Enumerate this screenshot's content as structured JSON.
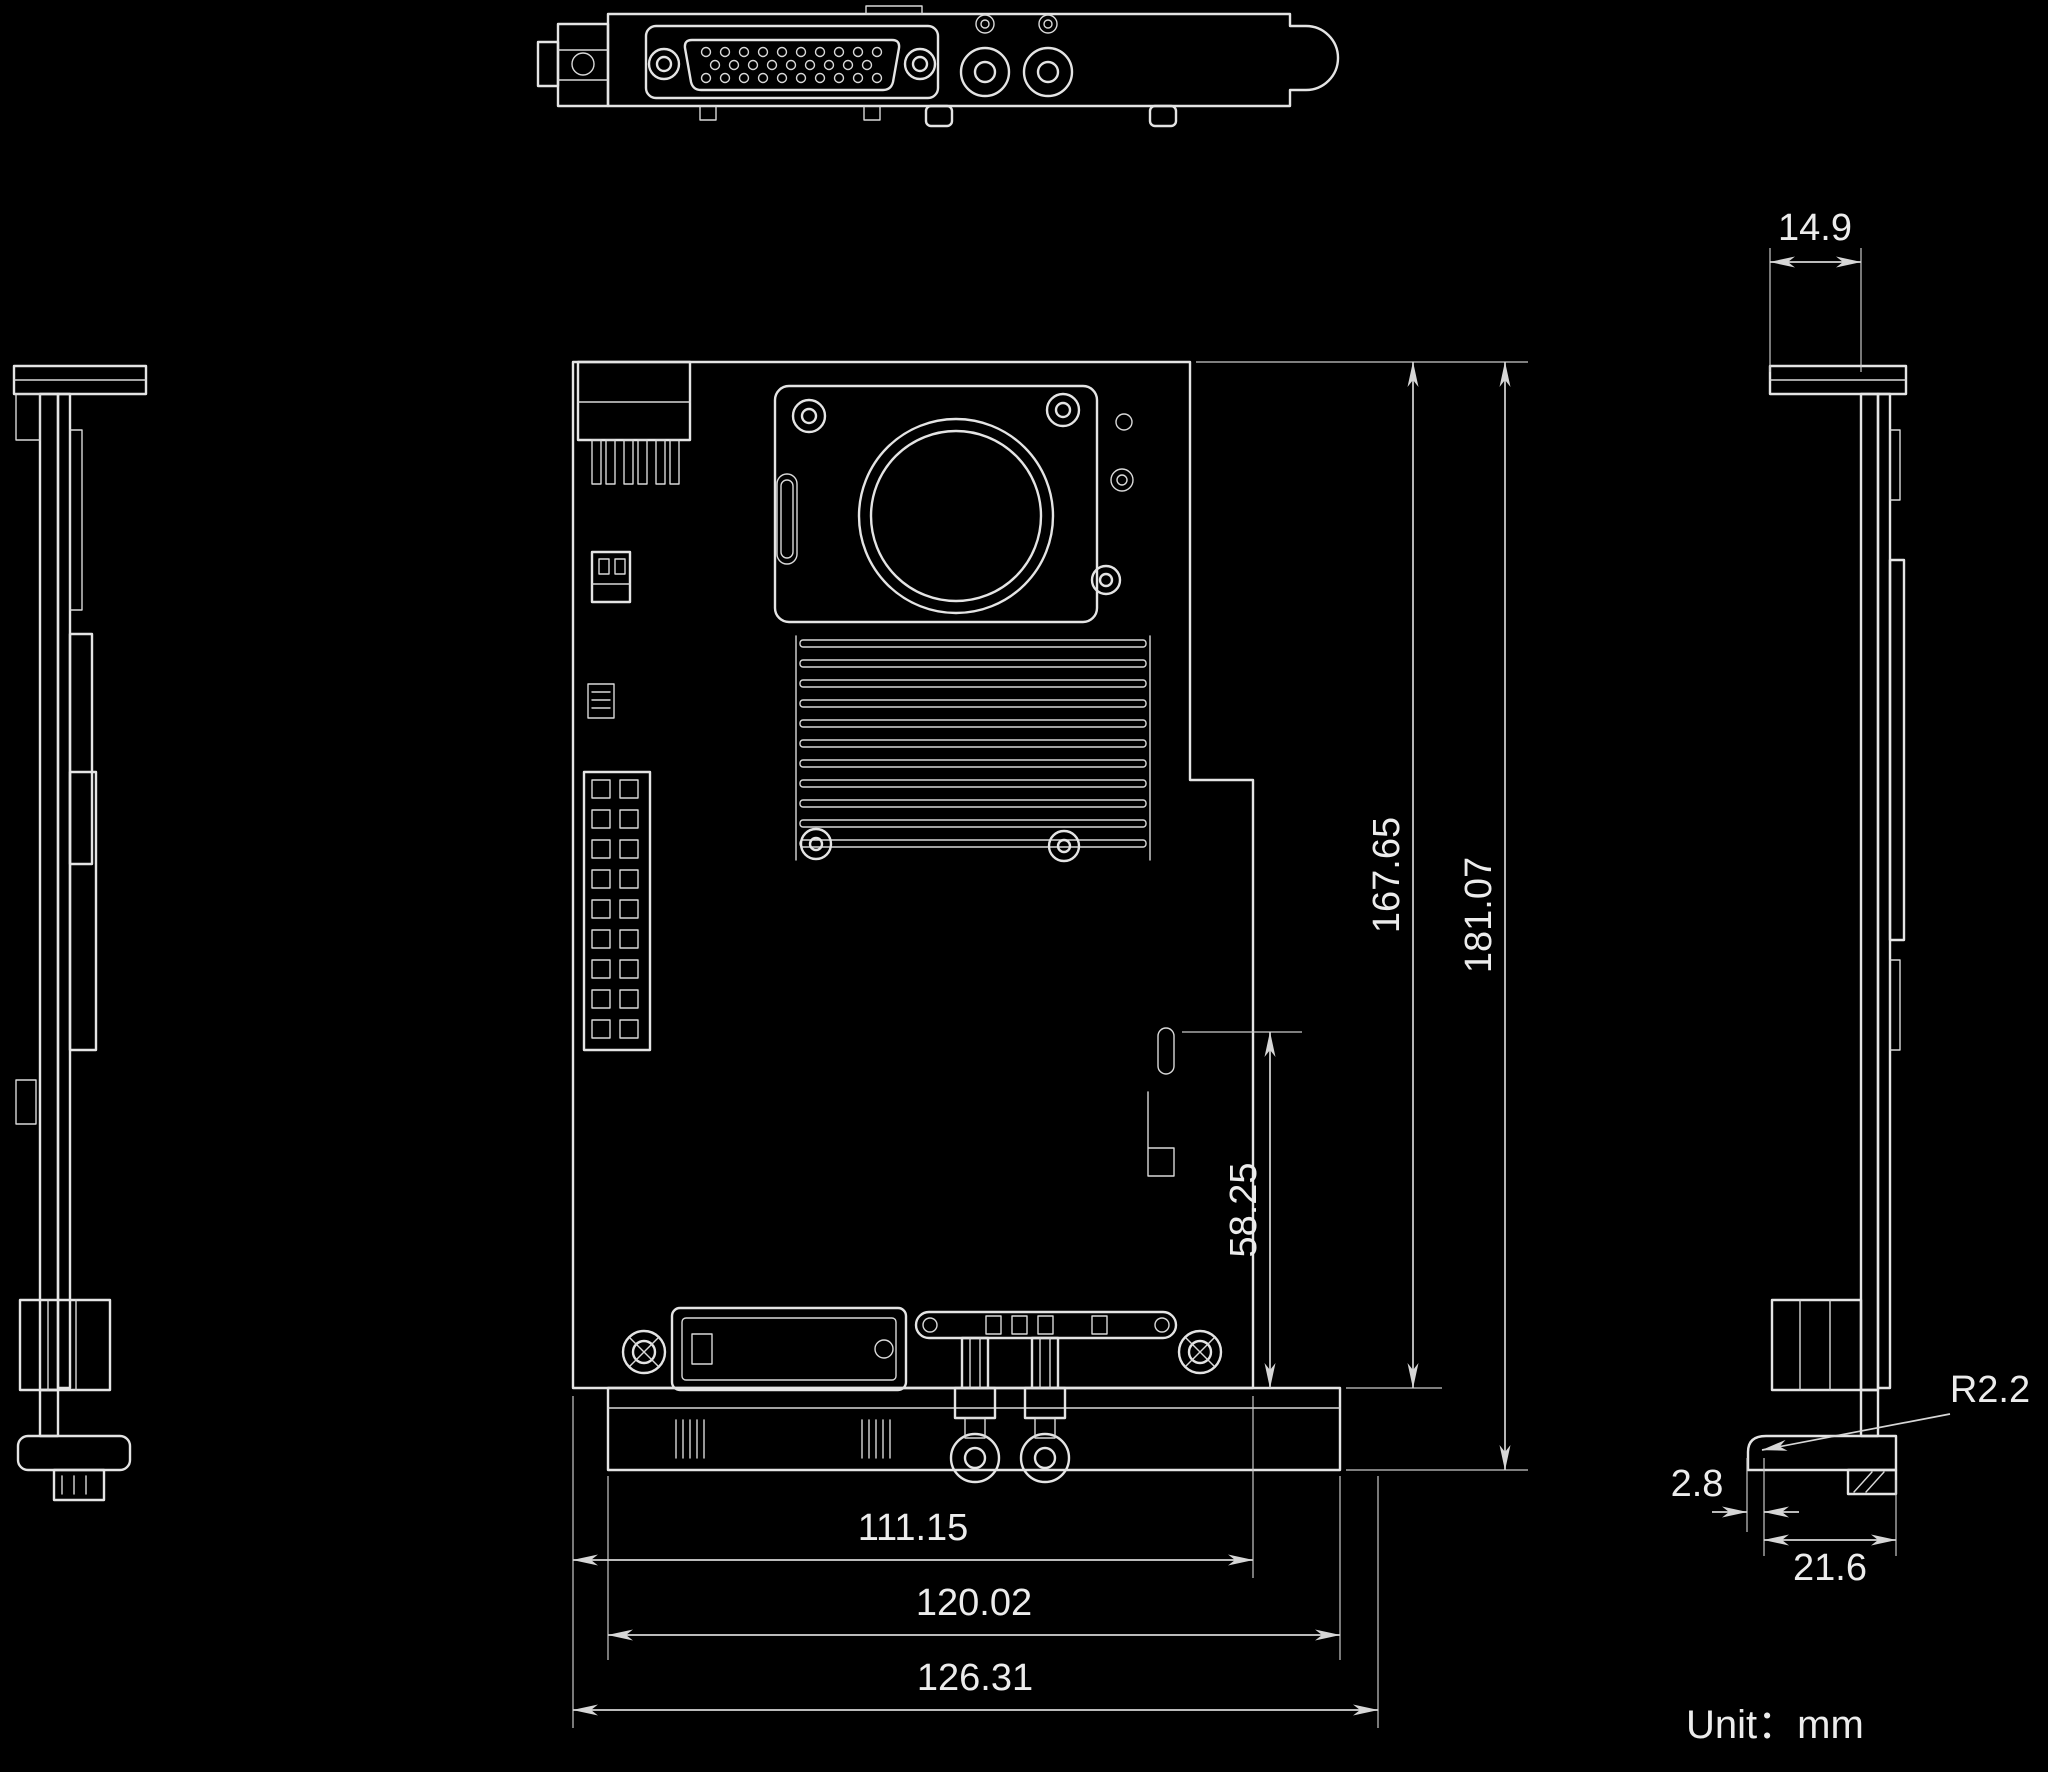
{
  "unit_label": "Unit：mm",
  "dims": {
    "connector_protrusion": "14.9",
    "pcb_height": "167.65",
    "overall_height": "181.07",
    "notch_height": "58.25",
    "pcb_width": "111.15",
    "bracket_width": "120.02",
    "overall_width": "126.31",
    "corner_radius": "R2.2",
    "foot_lip": "2.8",
    "side_depth": "21.6"
  },
  "colors": {
    "background": "#000000",
    "line": "#e4e4e4",
    "dimension": "#d6d6d6",
    "text": "#ececec"
  }
}
